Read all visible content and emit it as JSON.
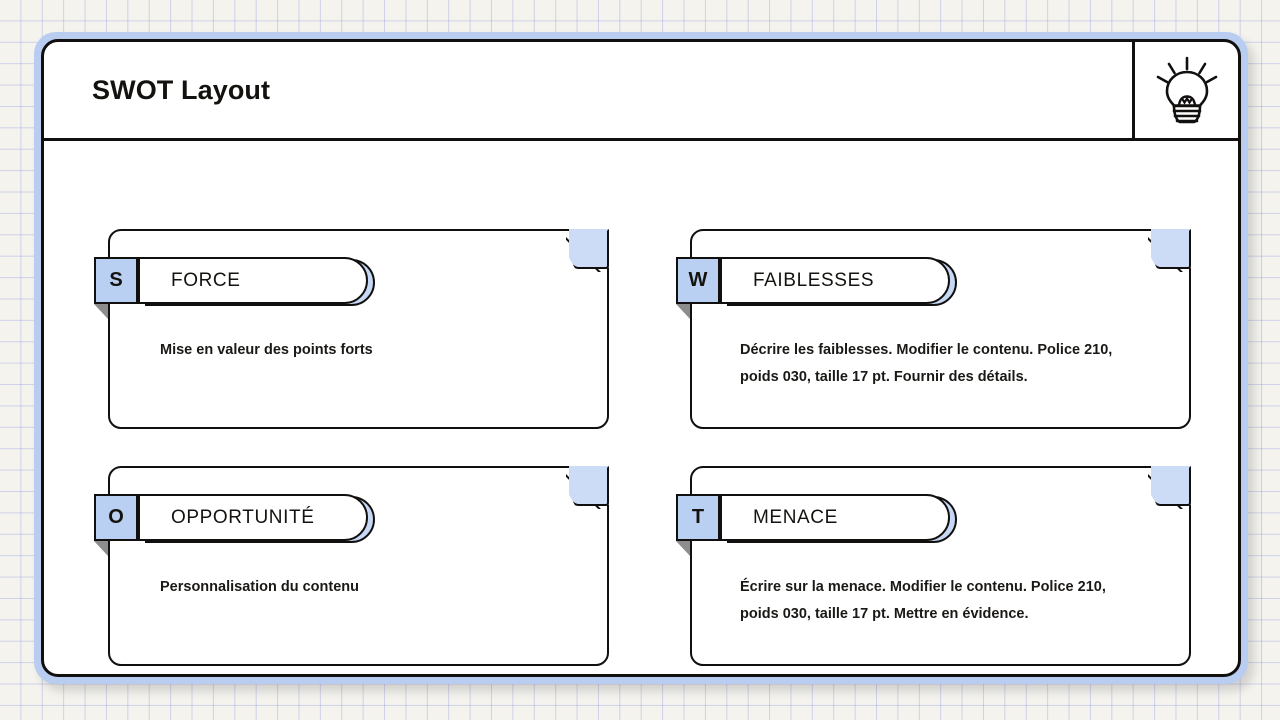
{
  "header": {
    "title": "SWOT Layout",
    "icon": "lightbulb-icon"
  },
  "theme": {
    "frame_border": "#b9cdf1",
    "outline": "#12100f",
    "badge_fill": "#bad0f2",
    "fold_fill": "#ccdcf6",
    "page_background": "#f4f3ee",
    "grid_line": "#7882dc"
  },
  "quadrants": [
    {
      "letter": "S",
      "title": "FORCE",
      "body": "Mise en valeur des points forts",
      "position": "top-left"
    },
    {
      "letter": "W",
      "title": "FAIBLESSES",
      "body": "Décrire les faiblesses. Modifier le contenu. Police 210, poids 030, taille 17 pt. Fournir des détails.",
      "position": "top-right"
    },
    {
      "letter": "O",
      "title": "OPPORTUNITÉ",
      "body": "Personnalisation du contenu",
      "position": "bottom-left"
    },
    {
      "letter": "T",
      "title": "MENACE",
      "body": "Écrire sur la menace. Modifier le contenu. Police 210, poids 030, taille 17 pt. Mettre en évidence.",
      "position": "bottom-right"
    }
  ]
}
